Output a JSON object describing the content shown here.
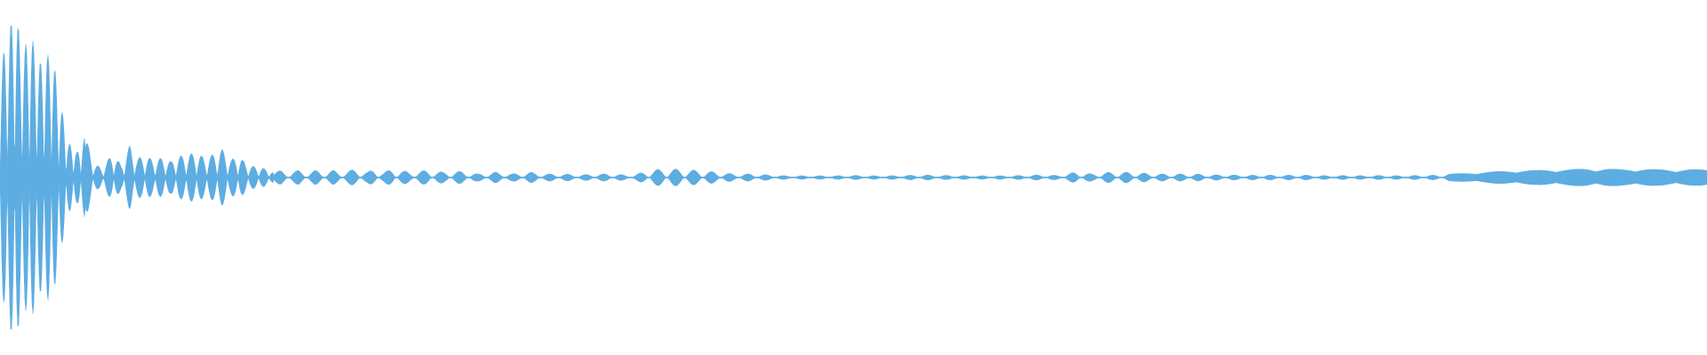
{
  "waveform": {
    "color": "#5dade2",
    "background": "#ffffff",
    "description_shape": "mirrored audio amplitude envelope",
    "envelope_peaks": [
      [
        0.0,
        0.62
      ],
      [
        0.004,
        0.78
      ],
      [
        0.009,
        0.96
      ],
      [
        0.013,
        0.7
      ],
      [
        0.018,
        0.82
      ],
      [
        0.022,
        0.66
      ],
      [
        0.026,
        0.64
      ],
      [
        0.03,
        0.74
      ],
      [
        0.035,
        0.44
      ],
      [
        0.04,
        0.2
      ],
      [
        0.045,
        0.14
      ],
      [
        0.05,
        0.23
      ],
      [
        0.055,
        0.08
      ],
      [
        0.06,
        0.05
      ],
      [
        0.066,
        0.14
      ],
      [
        0.071,
        0.07
      ],
      [
        0.076,
        0.18
      ],
      [
        0.08,
        0.11
      ],
      [
        0.085,
        0.12
      ],
      [
        0.09,
        0.1
      ],
      [
        0.095,
        0.11
      ],
      [
        0.1,
        0.09
      ],
      [
        0.105,
        0.12
      ],
      [
        0.11,
        0.13
      ],
      [
        0.115,
        0.14
      ],
      [
        0.12,
        0.11
      ],
      [
        0.125,
        0.13
      ],
      [
        0.13,
        0.16
      ],
      [
        0.135,
        0.1
      ],
      [
        0.14,
        0.12
      ],
      [
        0.145,
        0.07
      ],
      [
        0.15,
        0.06
      ],
      [
        0.155,
        0.05
      ],
      [
        0.16,
        0.03
      ],
      [
        0.165,
        0.04
      ],
      [
        0.17,
        0.03
      ],
      [
        0.175,
        0.04
      ],
      [
        0.18,
        0.03
      ],
      [
        0.185,
        0.04
      ],
      [
        0.19,
        0.03
      ],
      [
        0.195,
        0.04
      ],
      [
        0.2,
        0.03
      ],
      [
        0.205,
        0.04
      ],
      [
        0.21,
        0.05
      ],
      [
        0.215,
        0.03
      ],
      [
        0.22,
        0.05
      ],
      [
        0.225,
        0.03
      ],
      [
        0.23,
        0.05
      ],
      [
        0.24,
        0.03
      ],
      [
        0.25,
        0.04
      ],
      [
        0.26,
        0.03
      ],
      [
        0.27,
        0.035
      ],
      [
        0.28,
        0.02
      ],
      [
        0.29,
        0.03
      ],
      [
        0.3,
        0.02
      ],
      [
        0.31,
        0.03
      ],
      [
        0.32,
        0.02
      ],
      [
        0.33,
        0.02
      ],
      [
        0.34,
        0.015
      ],
      [
        0.35,
        0.02
      ],
      [
        0.36,
        0.02
      ],
      [
        0.37,
        0.01
      ],
      [
        0.38,
        0.04
      ],
      [
        0.39,
        0.05
      ],
      [
        0.4,
        0.045
      ],
      [
        0.41,
        0.04
      ],
      [
        0.42,
        0.03
      ],
      [
        0.43,
        0.02
      ],
      [
        0.44,
        0.02
      ],
      [
        0.45,
        0.015
      ],
      [
        0.46,
        0.01
      ],
      [
        0.47,
        0.01
      ],
      [
        0.48,
        0.01
      ],
      [
        0.49,
        0.01
      ],
      [
        0.5,
        0.012
      ],
      [
        0.51,
        0.01
      ],
      [
        0.52,
        0.01
      ],
      [
        0.53,
        0.012
      ],
      [
        0.54,
        0.015
      ],
      [
        0.55,
        0.012
      ],
      [
        0.56,
        0.012
      ],
      [
        0.57,
        0.01
      ],
      [
        0.58,
        0.01
      ],
      [
        0.59,
        0.01
      ],
      [
        0.6,
        0.012
      ],
      [
        0.61,
        0.015
      ],
      [
        0.62,
        0.012
      ],
      [
        0.63,
        0.03
      ],
      [
        0.64,
        0.02
      ],
      [
        0.65,
        0.03
      ],
      [
        0.66,
        0.03
      ],
      [
        0.67,
        0.025
      ],
      [
        0.68,
        0.02
      ],
      [
        0.69,
        0.02
      ],
      [
        0.7,
        0.02
      ],
      [
        0.71,
        0.015
      ],
      [
        0.72,
        0.015
      ],
      [
        0.73,
        0.012
      ],
      [
        0.74,
        0.015
      ],
      [
        0.75,
        0.012
      ],
      [
        0.76,
        0.015
      ],
      [
        0.77,
        0.012
      ],
      [
        0.78,
        0.01
      ],
      [
        0.79,
        0.012
      ],
      [
        0.8,
        0.01
      ],
      [
        0.81,
        0.012
      ],
      [
        0.82,
        0.01
      ],
      [
        0.83,
        0.012
      ],
      [
        0.84,
        0.013
      ],
      [
        0.85,
        0.02
      ],
      [
        0.86,
        0.025
      ],
      [
        0.87,
        0.03
      ],
      [
        0.88,
        0.035
      ],
      [
        0.89,
        0.04
      ],
      [
        0.9,
        0.04
      ],
      [
        0.91,
        0.045
      ],
      [
        0.92,
        0.045
      ],
      [
        0.93,
        0.05
      ],
      [
        0.94,
        0.05
      ],
      [
        0.95,
        0.045
      ],
      [
        0.96,
        0.05
      ],
      [
        0.97,
        0.045
      ],
      [
        0.98,
        0.045
      ],
      [
        0.99,
        0.045
      ],
      [
        1.0,
        0.045
      ]
    ]
  }
}
